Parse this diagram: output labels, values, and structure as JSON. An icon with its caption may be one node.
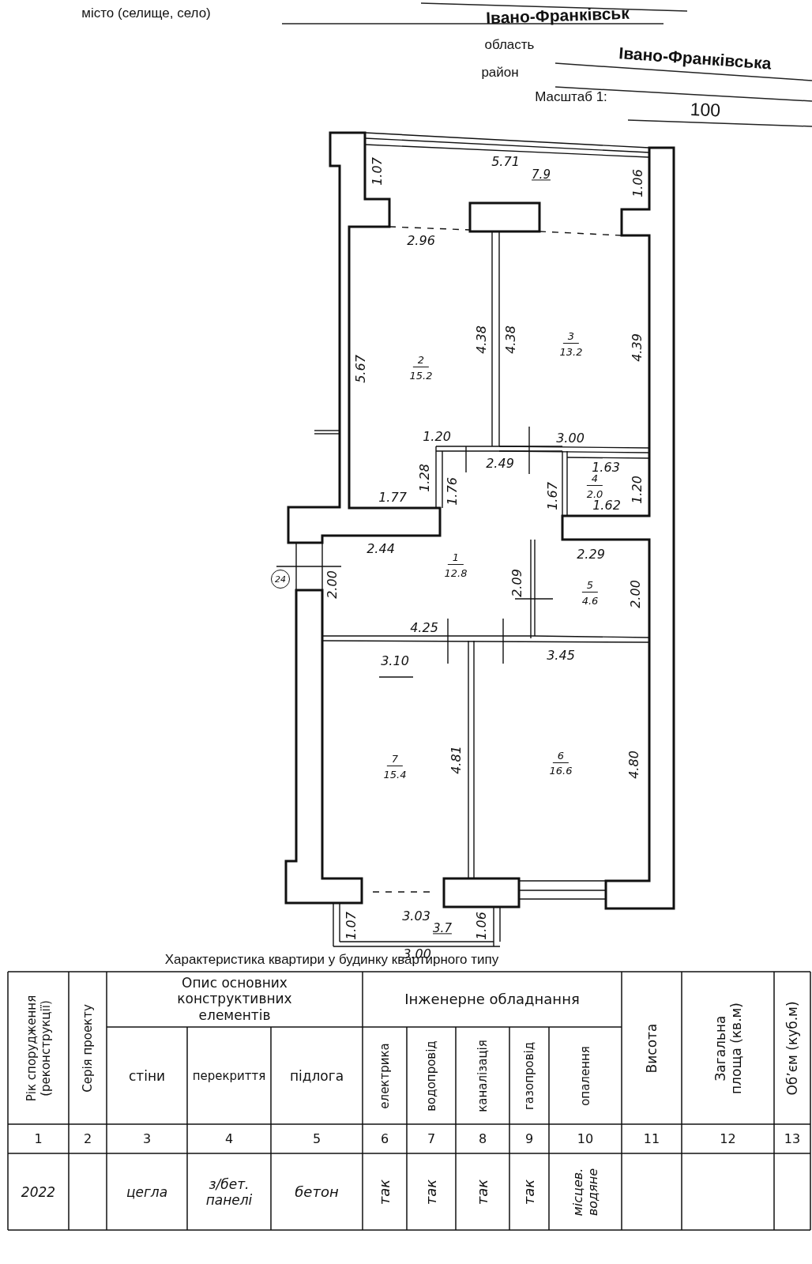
{
  "diagram": {
    "nodes": [
      {
        "text": [
          "24"
        ]
      }
    ],
    "labels": [
      "місто (селище, село)",
      "Івано-Франківськ",
      "область",
      "Івано-Франківська",
      "район",
      "Масштаб 1:",
      "100",
      "1.07",
      "5.71",
      "7.9",
      "1.06",
      "2.96",
      "5.67",
      "2",
      "15.2",
      "4.38",
      "4.38",
      "3",
      "13.2",
      "4.39",
      "1.20",
      "3.00",
      "2.49",
      "1.63",
      "1.28",
      "1.76",
      "1.67",
      "4",
      "2.0",
      "1.62",
      "1.20",
      "1.77",
      "2.44",
      "2.29",
      "2.00",
      "1",
      "12.8",
      "2.09",
      "5",
      "4.6",
      "2.00",
      "4.25",
      "3.10",
      "3.45",
      "7",
      "15.4",
      "4.81",
      "6",
      "16.6",
      "4.80",
      "1.07",
      "3.03",
      "3.7",
      "1.06",
      "3.00",
      "Характеристика квартири у будинку квартирного типу",
      "Рік спорудження (реконструкції)",
      "Серія проекту",
      "Опис основних конструктивних елементів",
      "Інженерне обладнання",
      "Висота",
      "Загальна площа (кв.м)",
      "Об’єм (куб.м)",
      "стіни",
      "перекриття",
      "підлога",
      "електрика",
      "водопровід",
      "каналізація",
      "газопровід",
      "опалення",
      "1",
      "2",
      "3",
      "4",
      "5",
      "6",
      "7",
      "8",
      "9",
      "10",
      "11",
      "12",
      "13",
      "2022",
      "цегла",
      "з/бет. панелі",
      "бетон",
      "так",
      "так",
      "так",
      "так",
      "місцев. водяне"
    ]
  }
}
